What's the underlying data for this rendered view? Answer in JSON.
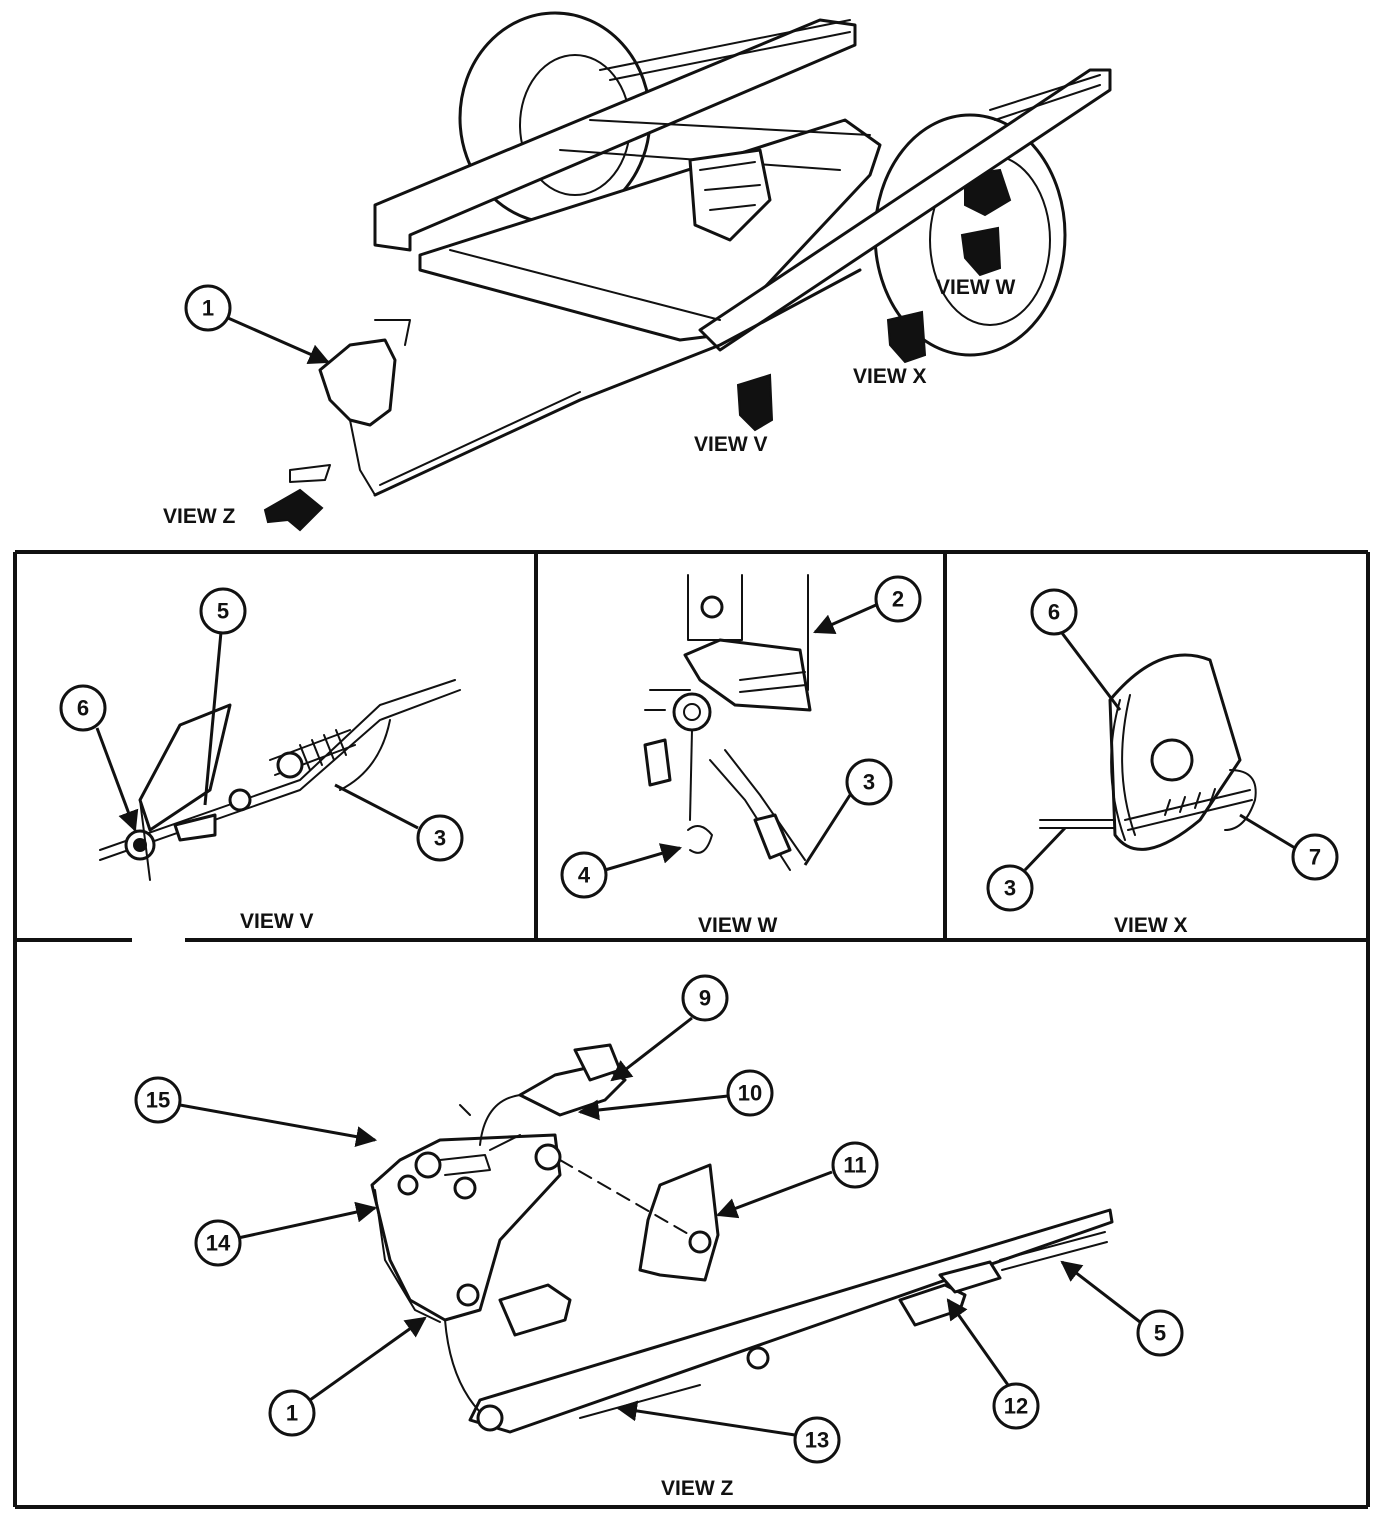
{
  "views": {
    "main": {
      "labels": [
        "VIEW W",
        "VIEW X",
        "VIEW V",
        "VIEW Z"
      ]
    },
    "v": {
      "caption": "VIEW V"
    },
    "w": {
      "caption": "VIEW W"
    },
    "x": {
      "caption": "VIEW X"
    },
    "z": {
      "caption": "VIEW Z"
    }
  },
  "callouts": {
    "main": [
      "1"
    ],
    "v": [
      "5",
      "6",
      "3"
    ],
    "w": [
      "2",
      "3",
      "4"
    ],
    "x": [
      "6",
      "7",
      "3"
    ],
    "z": [
      "9",
      "10",
      "15",
      "11",
      "14",
      "5",
      "12",
      "1",
      "13"
    ]
  }
}
